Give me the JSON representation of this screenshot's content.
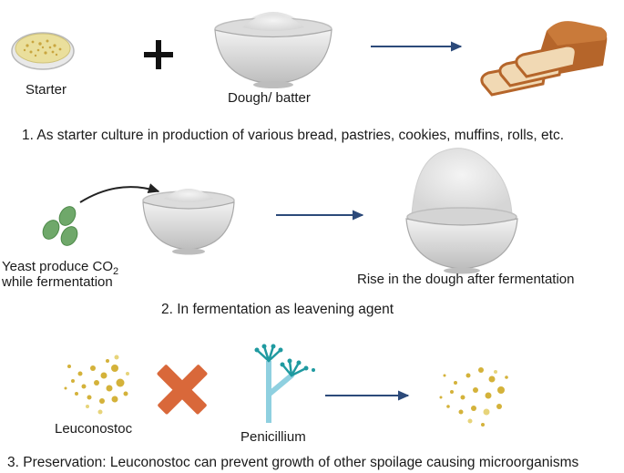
{
  "row1": {
    "starter_label": "Starter",
    "dough_label": "Dough/ batter",
    "caption": "1. As starter culture in production of various bread, pastries, cookies, muffins, rolls, etc."
  },
  "row2": {
    "yeast_label_prefix": "Yeast produce CO",
    "yeast_label_subscript": "2",
    "yeast_label_line2": "while fermentation",
    "rise_label": "Rise in the dough after fermentation",
    "caption": "2. In fermentation as leavening agent"
  },
  "row3": {
    "leuconostoc_label": "Leuconostoc",
    "penicillium_label": "Penicillium",
    "caption": "3. Preservation: Leuconostoc can prevent growth of other spoilage causing microorganisms"
  },
  "colors": {
    "arrow": "#2c4a7a",
    "cross": "#d9683a",
    "mold": "#1f9aa0",
    "bacteria": "#d4b23a",
    "yeast": "#6fa86a",
    "bread_crust": "#b5652a",
    "bread_crumb": "#f1d9b4"
  }
}
